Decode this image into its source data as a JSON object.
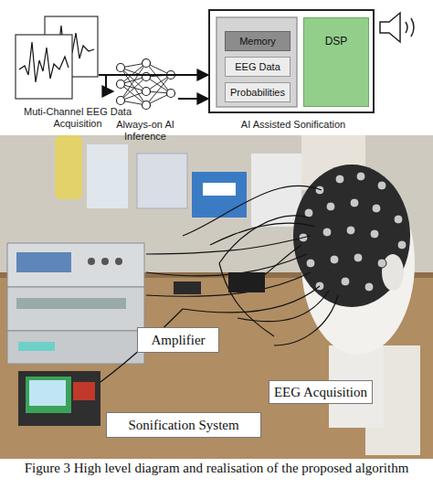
{
  "diagram": {
    "caption": "Figure 3 High level diagram and realisation of the proposed algorithm",
    "nodes": [
      {
        "text": [
          "Muti-Channel EEG Data Acquisition"
        ]
      },
      {
        "text": [
          "Always-on AI Inference"
        ]
      },
      {
        "text": [
          "AI Assisted Sonification"
        ]
      },
      {
        "text": [
          "Memory"
        ],
        "in": 2
      },
      {
        "text": [
          "EEG Data"
        ],
        "in": 2
      },
      {
        "text": [
          "Probabilities"
        ],
        "in": 2
      },
      {
        "text": [
          "DSP"
        ],
        "in": 2
      },
      {
        "text": [
          "Amplifier"
        ]
      },
      {
        "text": [
          "EEG Acquisition"
        ]
      },
      {
        "text": [
          "Sonification System"
        ]
      }
    ],
    "edges": [
      {
        "from": 0,
        "to": 2,
        "arrow": "to"
      },
      {
        "from": 0,
        "to": 1,
        "arrow": "to"
      },
      {
        "from": 1,
        "to": 2,
        "arrow": "to"
      }
    ]
  }
}
